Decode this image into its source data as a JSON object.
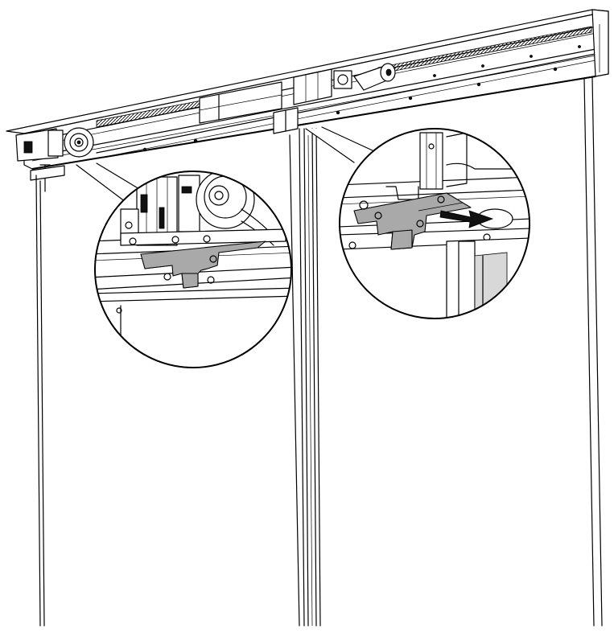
{
  "figure": {
    "subject": "sliding-door-operator-bracket-detail",
    "colors": {
      "line": "#000000",
      "background": "#ffffff",
      "highlight_part": "#a9a9a9"
    },
    "callouts": [
      {
        "name": "left-callout",
        "shows": "bracket-installed"
      },
      {
        "name": "right-callout",
        "shows": "bracket-slide-direction-arrow"
      }
    ]
  }
}
